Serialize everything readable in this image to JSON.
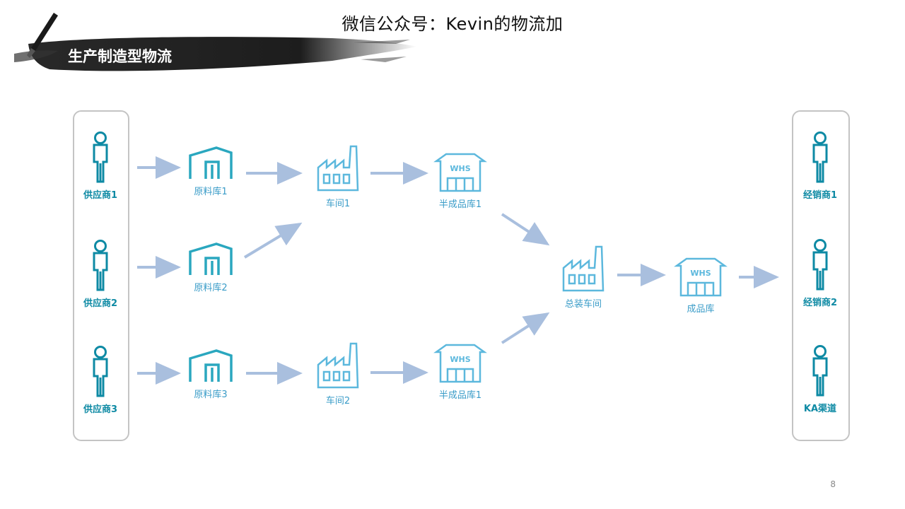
{
  "header": {
    "top_title": "微信公众号：Kevin的物流加",
    "section_title": "生产制造型物流"
  },
  "suppliers": [
    {
      "label": "供应商1"
    },
    {
      "label": "供应商2"
    },
    {
      "label": "供应商3"
    }
  ],
  "raw_warehouses": [
    {
      "label": "原料库1"
    },
    {
      "label": "原料库2"
    },
    {
      "label": "原料库3"
    }
  ],
  "workshops": [
    {
      "label": "车间1"
    },
    {
      "label": "车间2"
    }
  ],
  "semi_finished": [
    {
      "label": "半成品库1",
      "icon_text": "WHS"
    },
    {
      "label": "半成品库1",
      "icon_text": "WHS"
    }
  ],
  "assembly": {
    "label": "总装车间"
  },
  "finished_goods": {
    "label": "成品库",
    "icon_text": "WHS"
  },
  "distributors": [
    {
      "label": "经销商1"
    },
    {
      "label": "经销商2"
    },
    {
      "label": "KA渠道"
    }
  ],
  "colors": {
    "person": "#0e8aa4",
    "warehouse": "#2aa7bf",
    "factory": "#5cb8dd",
    "arrow": "#a9bfde",
    "box_border": "#c4c4c4"
  },
  "page_number": "8"
}
